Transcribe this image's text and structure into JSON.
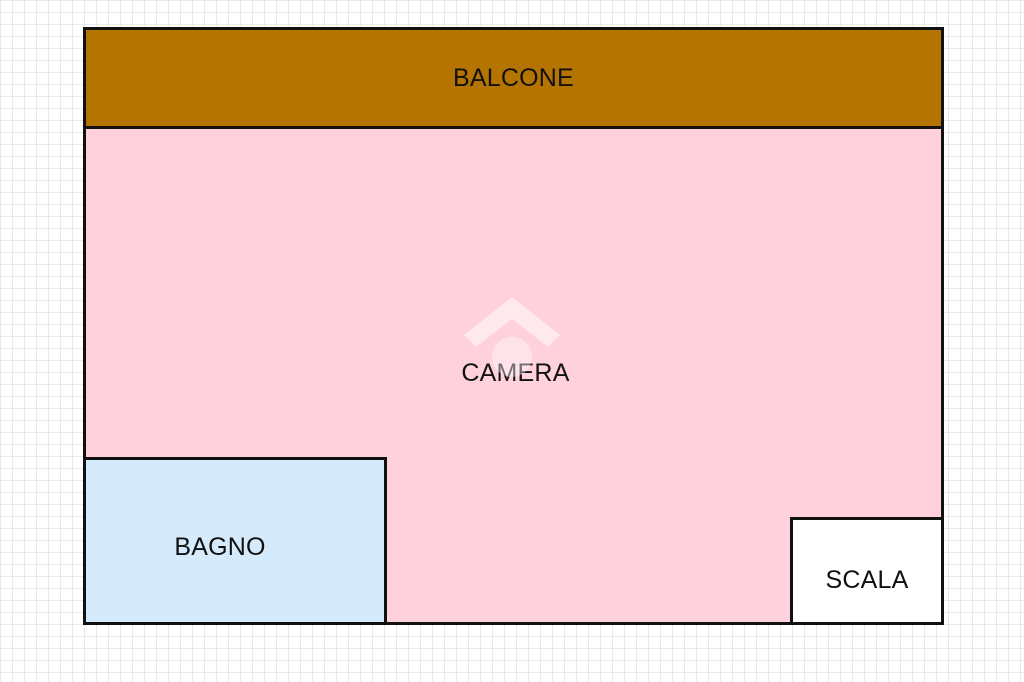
{
  "floorplan": {
    "rooms": [
      {
        "id": "balcone",
        "label": "BALCONE",
        "color": "#b57300"
      },
      {
        "id": "camera",
        "label": "CAMERA",
        "color": "#ffd1dc"
      },
      {
        "id": "bagno",
        "label": "BAGNO",
        "color": "#d5ebfb"
      },
      {
        "id": "scala",
        "label": "SCALA",
        "color": "#ffffff"
      }
    ],
    "wall_color": "#111111",
    "grid_color": "#e9e9e9",
    "watermark_icon": "house-logo-icon"
  }
}
